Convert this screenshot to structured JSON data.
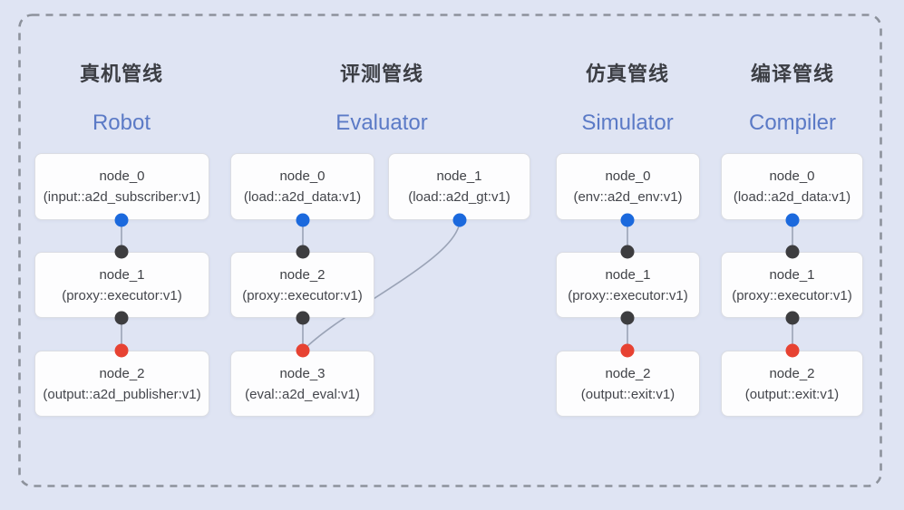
{
  "diagram": {
    "pipelines": [
      {
        "title_cn": "真机管线",
        "title_en": "Robot",
        "nodes": [
          {
            "name": "node_0",
            "type": "(input::a2d_subscriber:v1)"
          },
          {
            "name": "node_1",
            "type": "(proxy::executor:v1)"
          },
          {
            "name": "node_2",
            "type": "(output::a2d_publisher:v1)"
          }
        ]
      },
      {
        "title_cn": "评测管线",
        "title_en": "Evaluator",
        "nodes": [
          {
            "name": "node_0",
            "type": "(load::a2d_data:v1)"
          },
          {
            "name": "node_1",
            "type": "(load::a2d_gt:v1)"
          },
          {
            "name": "node_2",
            "type": "(proxy::executor:v1)"
          },
          {
            "name": "node_3",
            "type": "(eval::a2d_eval:v1)"
          }
        ]
      },
      {
        "title_cn": "仿真管线",
        "title_en": "Simulator",
        "nodes": [
          {
            "name": "node_0",
            "type": "(env::a2d_env:v1)"
          },
          {
            "name": "node_1",
            "type": "(proxy::executor:v1)"
          },
          {
            "name": "node_2",
            "type": "(output::exit:v1)"
          }
        ]
      },
      {
        "title_cn": "编译管线",
        "title_en": "Compiler",
        "nodes": [
          {
            "name": "node_0",
            "type": "(load::a2d_data:v1)"
          },
          {
            "name": "node_1",
            "type": "(proxy::executor:v1)"
          },
          {
            "name": "node_2",
            "type": "(output::exit:v1)"
          }
        ]
      }
    ],
    "colors": {
      "background": "#dfe4f3",
      "dashed_border": "#8d929c",
      "node_background": "#fdfdfe",
      "node_border": "#dbdde3",
      "node_text": "#3f4146",
      "title_cn": "#3c3e44",
      "title_en": "#5b7ac6",
      "edge": "#9aa3b6",
      "dot_blue": "#1b69dd",
      "dot_black": "#3d3d3f",
      "dot_red": "#e74232"
    }
  }
}
